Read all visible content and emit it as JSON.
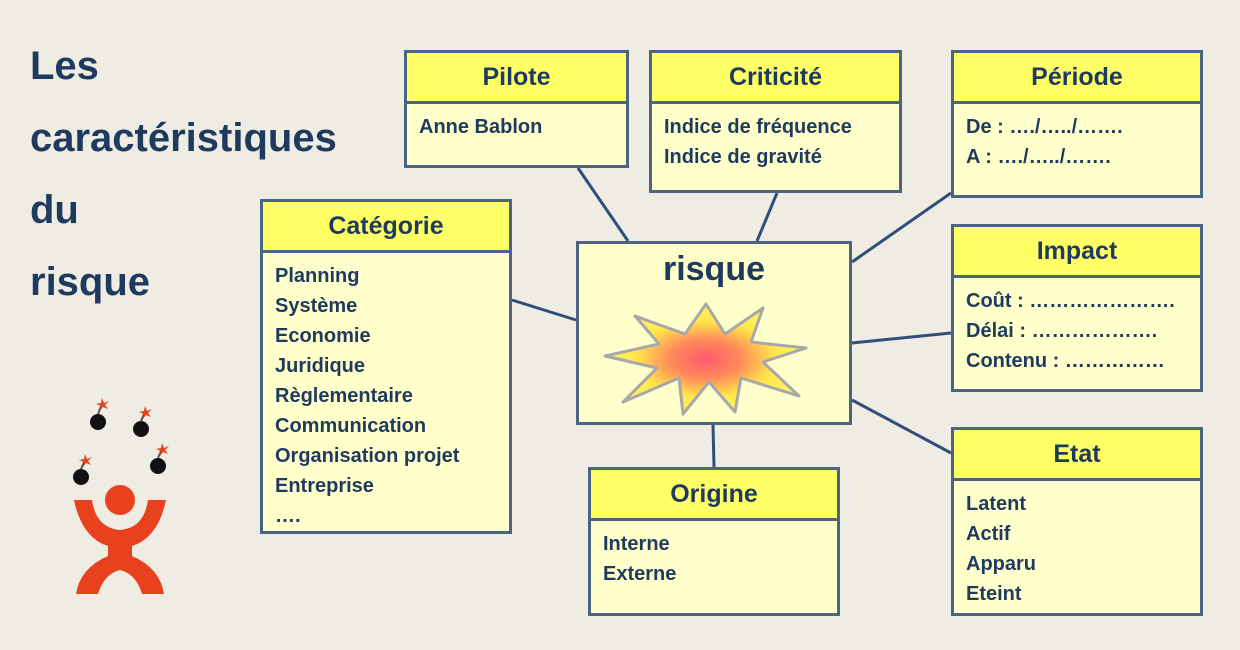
{
  "title": {
    "lines": [
      "Les",
      "caractéristiques",
      "du",
      "risque"
    ]
  },
  "center": {
    "label": "risque",
    "icon": "explosion-icon"
  },
  "boxes": {
    "pilote": {
      "title": "Pilote",
      "items": [
        "Anne Bablon"
      ]
    },
    "criticite": {
      "title": "Criticité",
      "items": [
        "Indice de fréquence",
        "Indice de gravité"
      ]
    },
    "periode": {
      "title": "Période",
      "items": [
        "De : …./…../…….",
        "A : …./…../……."
      ]
    },
    "categorie": {
      "title": "Catégorie",
      "items": [
        "Planning",
        "Système",
        "Economie",
        "Juridique",
        "Règlementaire",
        "Communication",
        "Organisation projet",
        "Entreprise",
        "…."
      ]
    },
    "impact": {
      "title": "Impact",
      "items": [
        "Coût : ………………….",
        "Délai : ……………….",
        "Contenu : ……………"
      ]
    },
    "origine": {
      "title": "Origine",
      "items": [
        "Interne",
        "Externe"
      ]
    },
    "etat": {
      "title": "Etat",
      "items": [
        "Latent",
        "Actif",
        "Apparu",
        "Eteint"
      ]
    }
  },
  "decoration": {
    "icon": "juggler-with-bombs-icon"
  },
  "colors": {
    "background": "#efece4",
    "box_fill": "#ffffcc",
    "header_fill": "#ffff66",
    "border": "#4a6584",
    "text": "#1f3a5f",
    "accent": "#e8411e"
  }
}
